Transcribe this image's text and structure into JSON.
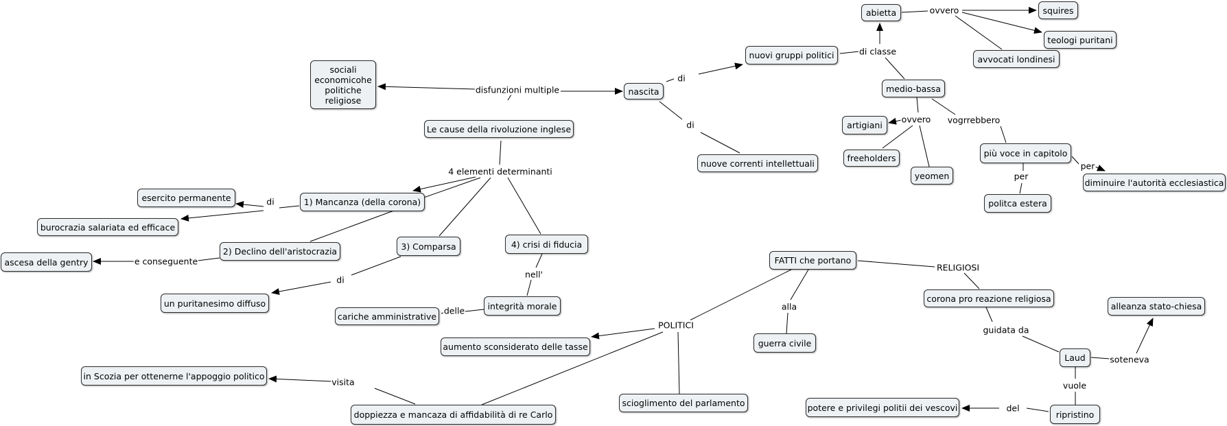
{
  "nodes": {
    "sociali": [
      "sociali",
      "economicohe",
      "politiche",
      "religiose"
    ],
    "cause": "Le cause della rivoluzione inglese",
    "nascita": "nascita",
    "nuovi_gruppi": "nuovi gruppi politici",
    "abietta": "abietta",
    "squires": "squires",
    "teologi": "teologi puritani",
    "avvocati": "avvocati londinesi",
    "medio_bassa": "medio-bassa",
    "artigiani": "artigiani",
    "freeholders": "freeholders",
    "yeomen": "yeomen",
    "piu_voce": "più voce in capitolo",
    "diminuire": "diminuire l'autorità ecclesiastica",
    "politca_estera": "politca estera",
    "nuove_correnti": "nuove correnti intellettuali",
    "esercito": "esercito permanente",
    "mancanza": "1) Mancanza (della corona)",
    "burocrazia": "burocrazia salariata ed efficace",
    "declino": "2) Declino dell'aristocrazia",
    "ascesa": "ascesa della gentry",
    "comparsa": "3) Comparsa",
    "crisi": "4) crisi di fiducia",
    "puritanesimo": "un puritanesimo diffuso",
    "integrita": "integrità morale",
    "cariche": "cariche amministrative",
    "fatti": "FATTI che portano",
    "corona_pro": "corona pro reazione religiosa",
    "alleanza": "alleanza stato-chiesa",
    "guerra": "guerra civile",
    "aumento": "aumento sconsiderato delle tasse",
    "laud": "Laud",
    "scozia": "in Scozia per ottenerne l'appoggio politico",
    "scioglimento": "scioglimento del parlamento",
    "potere": "potere e privilegi politii dei vescovi",
    "ripristino": "ripristino",
    "doppiezza": "doppiezza e mancaza di affidabilità di re Carlo"
  },
  "links": {
    "disfunzioni": "disfunzioni multiple",
    "di_nuovi": "di",
    "di_correnti": "di",
    "di_classe": "di classe",
    "ovvero_top": "ovvero",
    "ovvero_mid": "ovvero",
    "vogrrebbero": "vogrrebbero",
    "per_dim": "per",
    "per_est": "per",
    "elementi": "4 elementi determinanti",
    "di_mancanza": "di",
    "e_conseguente": "e conseguente",
    "di_comparsa": "di",
    "nell": "nell'",
    "delle": "delle",
    "religiosi": "RELIGIOSI",
    "alla": "alla",
    "politici": "POLITICI",
    "guidata_da": "guidata da",
    "soteneva": "soteneva",
    "vuole": "vuole",
    "visita": "visita",
    "del": "del"
  }
}
